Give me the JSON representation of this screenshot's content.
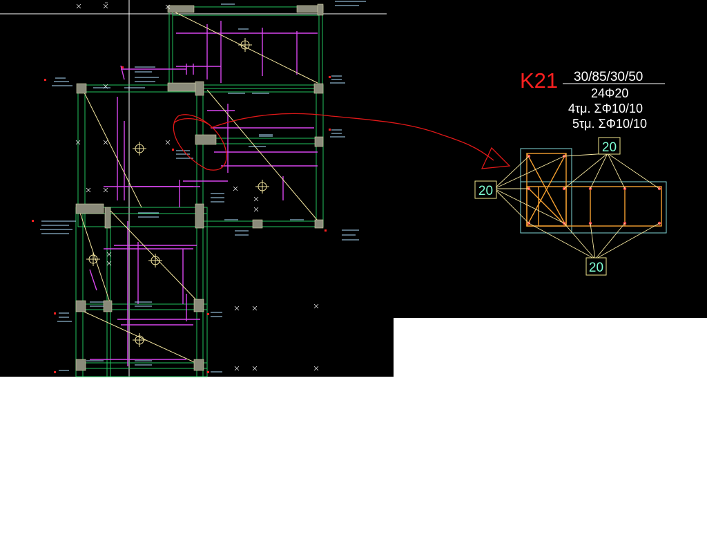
{
  "column": {
    "name": "K21",
    "dimensions": "30/85/30/50",
    "main_rebar": "24Φ20",
    "stirrups_1": "4τμ. ΣΦ10/10",
    "stirrups_2": "5τμ. ΣΦ10/10"
  },
  "cover_labels": {
    "top": "20",
    "left": "20",
    "bottom": "20"
  },
  "colors": {
    "background": "#000000",
    "beam_outline": "#22c55e",
    "rebar": "#d946ef",
    "column_fill": "#8a8a7a",
    "label_red": "#ff2020",
    "label_white": "#ffffff",
    "section_box": "#7fd8d8",
    "stirrups": "#f5a030",
    "cover_box": "#f0e68c",
    "cover_text": "#7fffd4"
  }
}
